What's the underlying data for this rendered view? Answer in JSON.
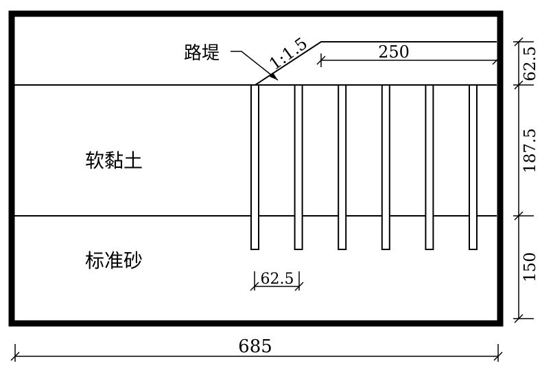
{
  "labels": {
    "embankment": "路堤",
    "slope": "1:1.5",
    "soft_clay": "软黏土",
    "standard_sand": "标准砂"
  },
  "dimensions": {
    "total_width": "685",
    "crest_width": "250",
    "pile_spacing": "62.5",
    "embankment_height": "62.5",
    "clay_thickness": "187.5",
    "sand_thickness": "150"
  },
  "piles": {
    "count": 6
  }
}
